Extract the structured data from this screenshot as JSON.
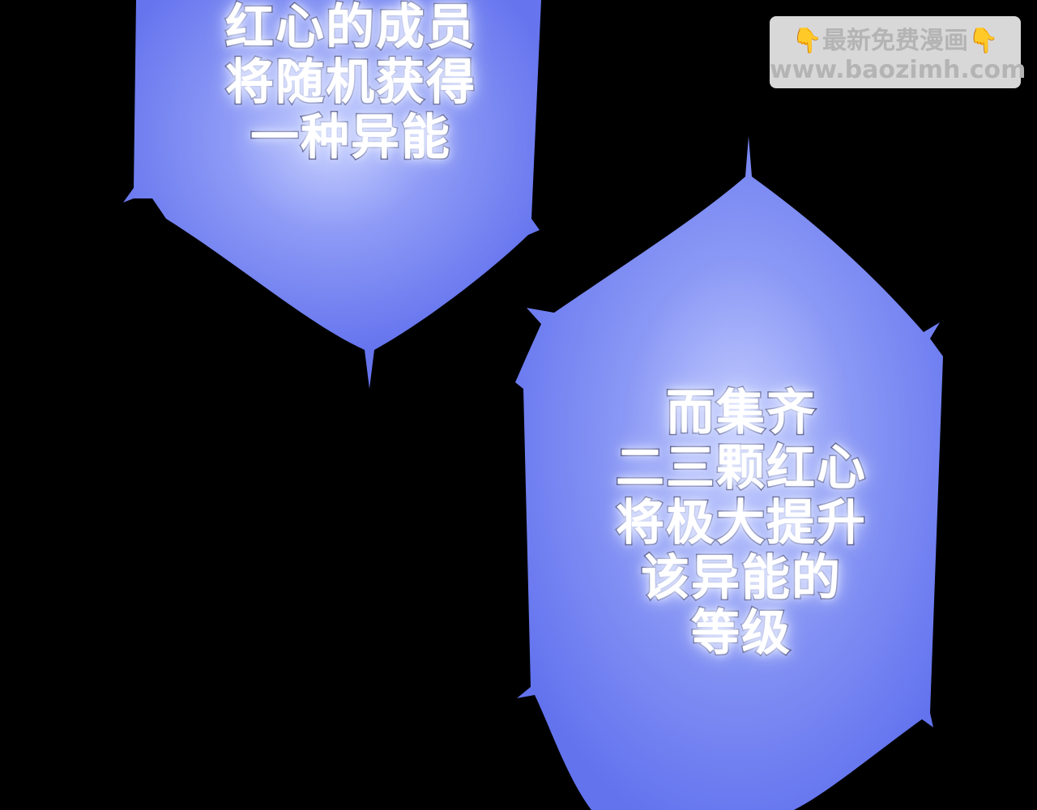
{
  "panel_top": {
    "lines": [
      "红心的成员",
      "将随机获得",
      "一种异能"
    ]
  },
  "panel_bottom": {
    "lines": [
      "而集齐",
      "二三颗红心",
      "将极大提升",
      "该异能的",
      "等级"
    ]
  },
  "watermark": {
    "title": "最新免费漫画",
    "url": "www.baozimh.com",
    "left_icon": "pointing-down-hand-icon",
    "right_icon": "pointing-down-hand-icon"
  },
  "colors": {
    "background": "#000000",
    "banner_fill": "#6b7af0",
    "text_fill": "#ffffff",
    "text_outline": "#1b1e52",
    "glow": "#c8d2ff",
    "watermark_bg": "#d8d8d8",
    "watermark_text": "#b4b4b4"
  }
}
